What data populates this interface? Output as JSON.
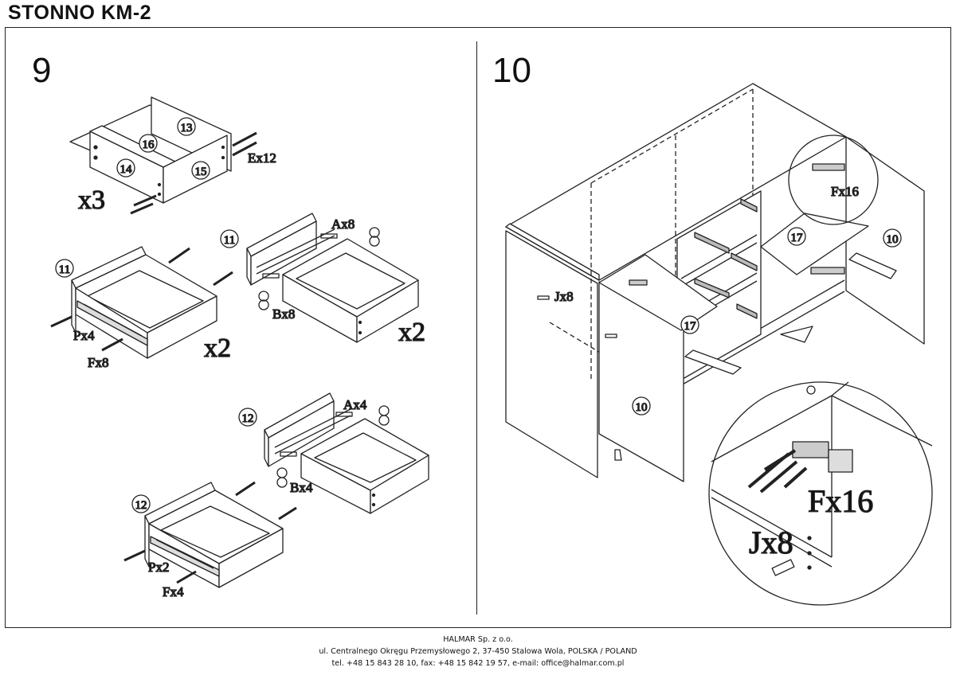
{
  "header": {
    "title": "STONNO KM-2"
  },
  "steps": {
    "step9": "9",
    "step10": "10"
  },
  "step9": {
    "top_parts": {
      "p13": "13",
      "p16": "16",
      "p14": "14",
      "p15": "15",
      "screws": "Ex12",
      "multiplier": "x3"
    },
    "drawer_a_left": {
      "part": "11",
      "p": "Px4",
      "f": "Fx8",
      "multiplier": "x2"
    },
    "drawer_a_right": {
      "part": "11",
      "a": "Ax8",
      "b": "Bx8",
      "multiplier": "x2"
    },
    "drawer_b_right": {
      "part": "12",
      "a": "Ax4",
      "b": "Bx4"
    },
    "drawer_b_left": {
      "part": "12",
      "p": "Px2",
      "f": "Fx4"
    }
  },
  "step10": {
    "hinges_top": "Fx16",
    "part17_right": "17",
    "part10_right": "10",
    "part17_left": "17",
    "part10_left": "10",
    "dowels": "Jx8",
    "detail_hinges": "Fx16",
    "detail_dowels": "Jx8"
  },
  "footer": {
    "company": "HALMAR Sp. z o.o.",
    "address": "ul. Centralnego Okręgu Przemysłowego 2, 37-450 Stalowa Wola, POLSKA / POLAND",
    "contact": "tel. +48 15 843 28 10, fax: +48 15 842 19 57, e-mail: office@halmar.com.pl"
  }
}
